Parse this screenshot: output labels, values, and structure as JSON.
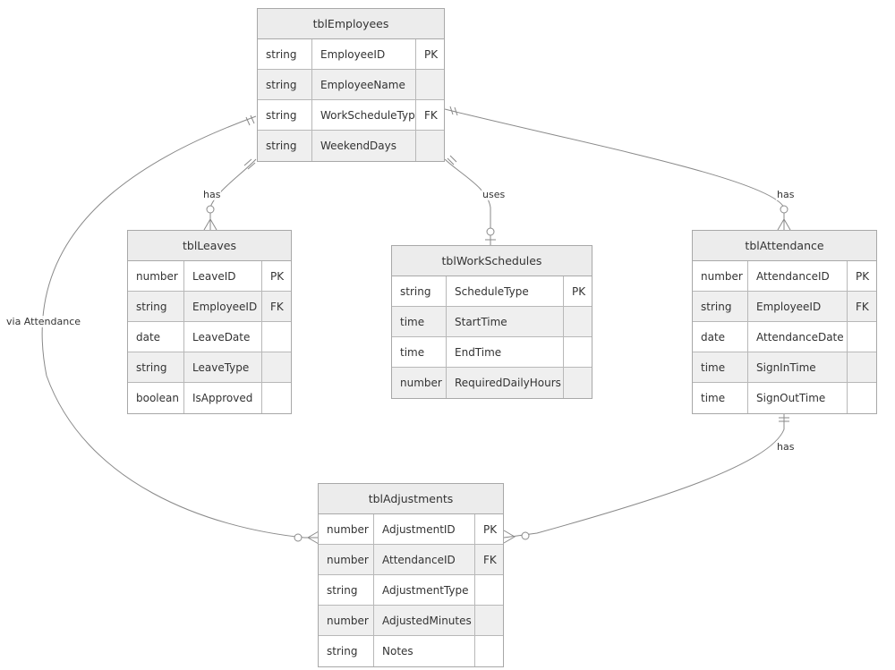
{
  "entities": {
    "employees": {
      "title": "tblEmployees",
      "rows": [
        {
          "type": "string",
          "name": "EmployeeID",
          "key": "PK"
        },
        {
          "type": "string",
          "name": "EmployeeName",
          "key": ""
        },
        {
          "type": "string",
          "name": "WorkScheduleType",
          "key": "FK"
        },
        {
          "type": "string",
          "name": "WeekendDays",
          "key": ""
        }
      ]
    },
    "leaves": {
      "title": "tblLeaves",
      "rows": [
        {
          "type": "number",
          "name": "LeaveID",
          "key": "PK"
        },
        {
          "type": "string",
          "name": "EmployeeID",
          "key": "FK"
        },
        {
          "type": "date",
          "name": "LeaveDate",
          "key": ""
        },
        {
          "type": "string",
          "name": "LeaveType",
          "key": ""
        },
        {
          "type": "boolean",
          "name": "IsApproved",
          "key": ""
        }
      ]
    },
    "schedules": {
      "title": "tblWorkSchedules",
      "rows": [
        {
          "type": "string",
          "name": "ScheduleType",
          "key": "PK"
        },
        {
          "type": "time",
          "name": "StartTime",
          "key": ""
        },
        {
          "type": "time",
          "name": "EndTime",
          "key": ""
        },
        {
          "type": "number",
          "name": "RequiredDailyHours",
          "key": ""
        }
      ]
    },
    "attendance": {
      "title": "tblAttendance",
      "rows": [
        {
          "type": "number",
          "name": "AttendanceID",
          "key": "PK"
        },
        {
          "type": "string",
          "name": "EmployeeID",
          "key": "FK"
        },
        {
          "type": "date",
          "name": "AttendanceDate",
          "key": ""
        },
        {
          "type": "time",
          "name": "SignInTime",
          "key": ""
        },
        {
          "type": "time",
          "name": "SignOutTime",
          "key": ""
        }
      ]
    },
    "adjustments": {
      "title": "tblAdjustments",
      "rows": [
        {
          "type": "number",
          "name": "AdjustmentID",
          "key": "PK"
        },
        {
          "type": "number",
          "name": "AttendanceID",
          "key": "FK"
        },
        {
          "type": "string",
          "name": "AdjustmentType",
          "key": ""
        },
        {
          "type": "number",
          "name": "AdjustedMinutes",
          "key": ""
        },
        {
          "type": "string",
          "name": "Notes",
          "key": ""
        }
      ]
    }
  },
  "relationships": {
    "employees_leaves": {
      "label": "has"
    },
    "employees_schedules": {
      "label": "uses"
    },
    "employees_attendance": {
      "label": "has"
    },
    "employees_adjustments": {
      "label": "via Attendance"
    },
    "attendance_adjustments": {
      "label": "has"
    }
  },
  "colors": {
    "header_bg": "#ececec",
    "row_alt_bg": "#efefef",
    "border": "#a8a8a8",
    "line": "#8a8a8a",
    "text": "#333333"
  }
}
